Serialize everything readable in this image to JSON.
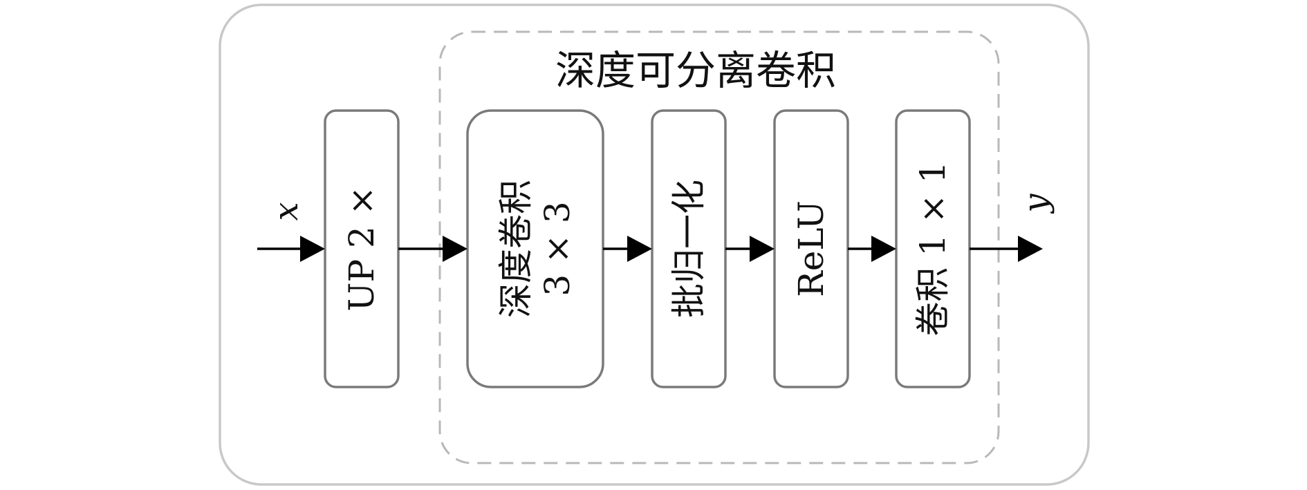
{
  "group": {
    "title": "深度可分离卷积"
  },
  "io": {
    "input": "x",
    "output": "y"
  },
  "blocks": {
    "upsample": {
      "label": "UP 2 ×"
    },
    "depthwise_conv": {
      "line1": "深度卷积",
      "line2": "3 × 3"
    },
    "batchnorm": {
      "label": "批归一化"
    },
    "relu": {
      "label": "ReLU"
    },
    "pointwise_conv": {
      "label": "卷积 1 × 1"
    }
  },
  "colors": {
    "box_stroke": "#7a7a7a",
    "outer_frame": "#c8c8c8",
    "dashed_frame": "#b8b8b8",
    "arrow": "#000000"
  }
}
